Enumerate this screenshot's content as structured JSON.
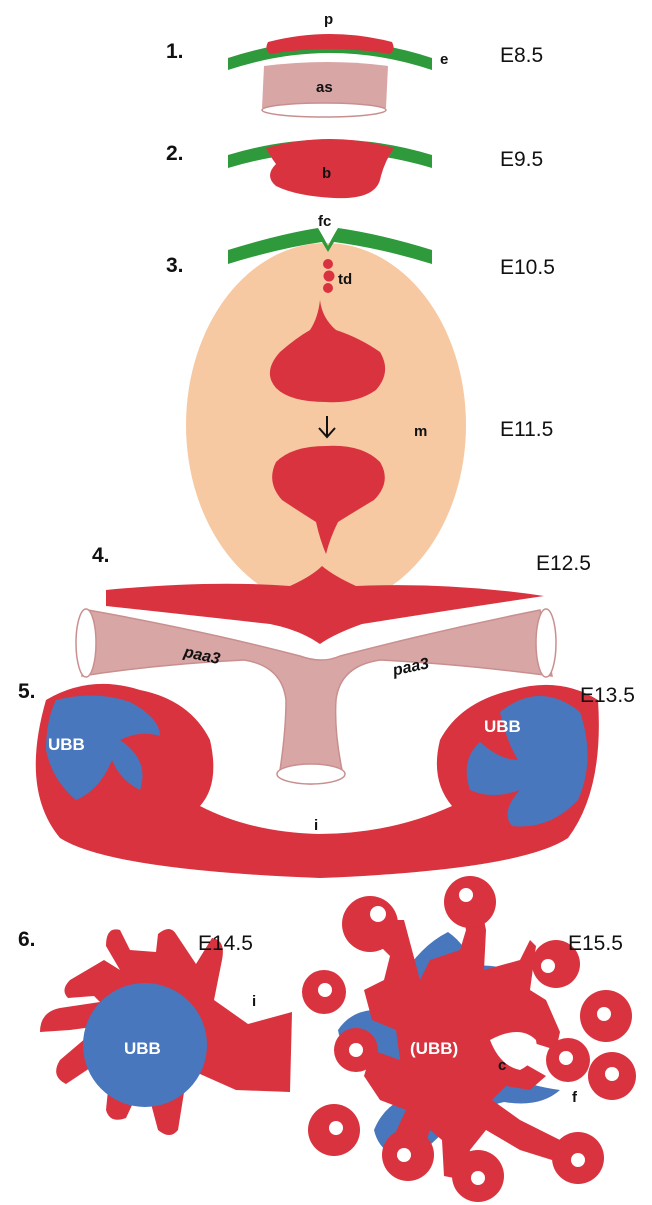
{
  "colors": {
    "epithelium": "#d9333f",
    "ectoderm": "#2e9a3c",
    "endoderm": "#d9a6a6",
    "mesenchyme": "#f7c9a2",
    "ubb": "#4877bd",
    "hole": "#ffffff",
    "text": "#111111"
  },
  "stages": [
    {
      "number": "1.",
      "age": "E8.5"
    },
    {
      "number": "2.",
      "age": "E9.5"
    },
    {
      "number": "3.",
      "age": "E10.5"
    },
    {
      "number": "",
      "age": "E11.5"
    },
    {
      "number": "4.",
      "age": "E12.5"
    },
    {
      "number": "5.",
      "age": "E13.5"
    },
    {
      "number": "6.",
      "age": "E14.5"
    },
    {
      "number": "",
      "age": "E15.5"
    }
  ],
  "labels": {
    "placode": "p",
    "ectoderm": "e",
    "archenteron_stomach": "as",
    "bud": "b",
    "fold_cleft": "fc",
    "thyroid_duct": "td",
    "mesenchyme": "m",
    "arch_artery_left": "paa3",
    "arch_artery_right": "paa3",
    "ubb_left": "UBB",
    "ubb_right": "UBB",
    "isthmus_5": "i",
    "ubb_6": "UBB",
    "isthmus_6": "i",
    "ubb_15": "(UBB)",
    "cleft": "c",
    "follicle": "f"
  },
  "icons": {
    "down_arrow": "down-arrow-icon"
  }
}
